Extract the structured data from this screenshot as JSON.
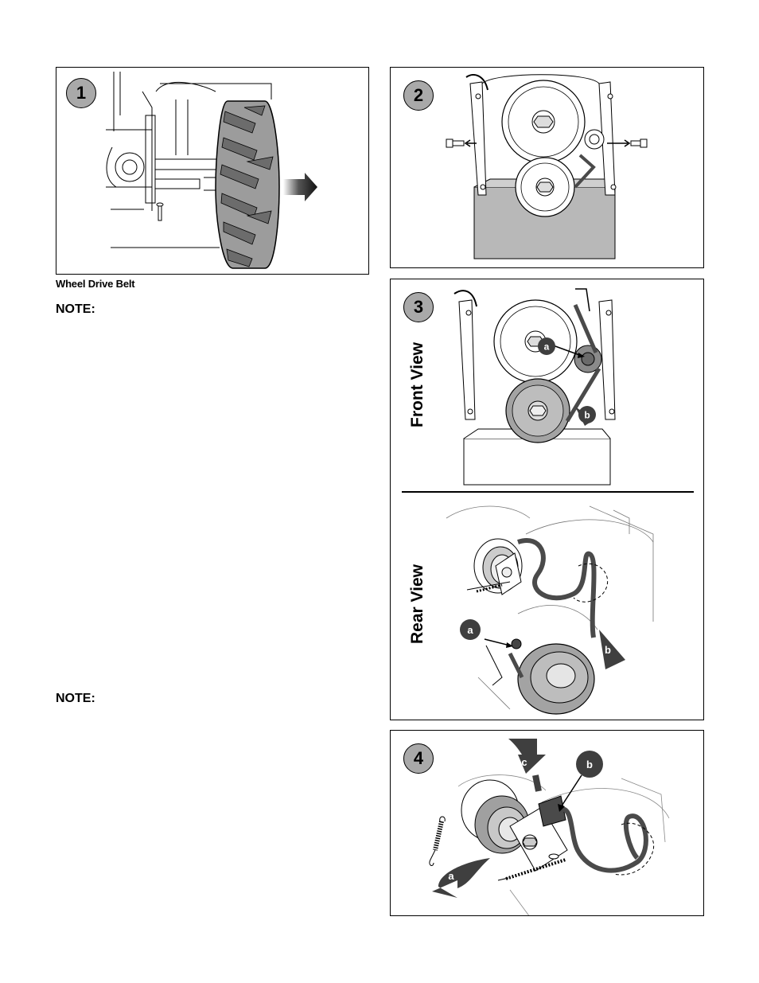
{
  "panels": {
    "step1": {
      "number": "1"
    },
    "step2": {
      "number": "2"
    },
    "step3": {
      "number": "3",
      "front_label": "Front View",
      "rear_label": "Rear View",
      "callout_a": "a",
      "callout_b": "b"
    },
    "step4": {
      "number": "4",
      "callout_a": "a",
      "callout_b": "b",
      "callout_c": "c"
    }
  },
  "text": {
    "caption": "Wheel Drive Belt",
    "note1": "NOTE:",
    "note2": "NOTE:"
  },
  "colors": {
    "badge_fill": "#a9a9a9",
    "callout_fill": "#3f3f3f",
    "belt_color": "#4a4a4a",
    "housing_gray": "#b8b8b8"
  }
}
